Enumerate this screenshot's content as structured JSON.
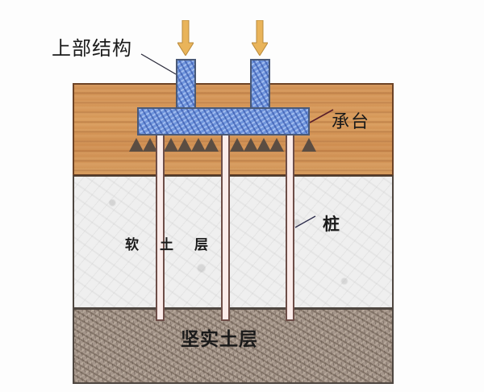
{
  "diagram": {
    "type": "pile-foundation-cross-section",
    "labels": {
      "superstructure": "上部结构",
      "pile_cap": "承台",
      "pile": "桩",
      "soft_soil_layer": "软土层",
      "firm_soil_layer": "坚实土层"
    },
    "components": {
      "load_arrows": 2,
      "columns": 2,
      "pile_cap": 1,
      "piles": 3,
      "soil_reaction_triangles": 11
    },
    "layers": [
      {
        "name": "ground-surface-layer",
        "color": "#d2925a"
      },
      {
        "name": "soft-soil",
        "label_ref": "soft_soil_layer",
        "color": "#efefef"
      },
      {
        "name": "firm-soil",
        "label_ref": "firm_soil_layer",
        "color": "#a4958a"
      }
    ],
    "colors": {
      "arrow": "#e9b45a",
      "concrete": "#6f95dc",
      "pile": "#fbecea",
      "triangle": "#5b4d42",
      "label_text": "#1a1a1a"
    }
  }
}
